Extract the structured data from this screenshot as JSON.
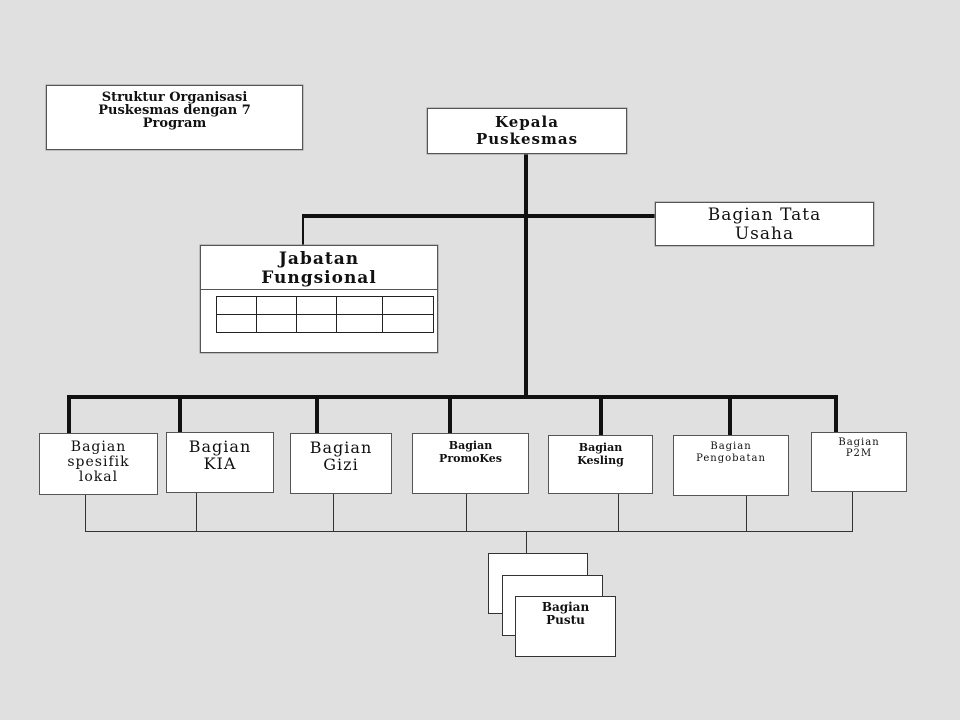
{
  "title": "Struktur Organisasi\nPuskesmas dengan 7\nProgram",
  "head": "Kepala\nPuskesmas",
  "admin": "Bagian Tata\nUsaha",
  "functional": {
    "label": "Jabatan\nFungsional",
    "table": {
      "rows": 2,
      "cols": 5
    }
  },
  "programs": [
    "Bagian\nspesifik\nlokal",
    "Bagian\nKIA",
    "Bagian\nGizi",
    "Bagian\nPromoKes",
    "Bagian\nKesling",
    "Bagian\nPengobatan",
    "Bagian\nP2M"
  ],
  "sub_unit": "Bagian\nPustu"
}
